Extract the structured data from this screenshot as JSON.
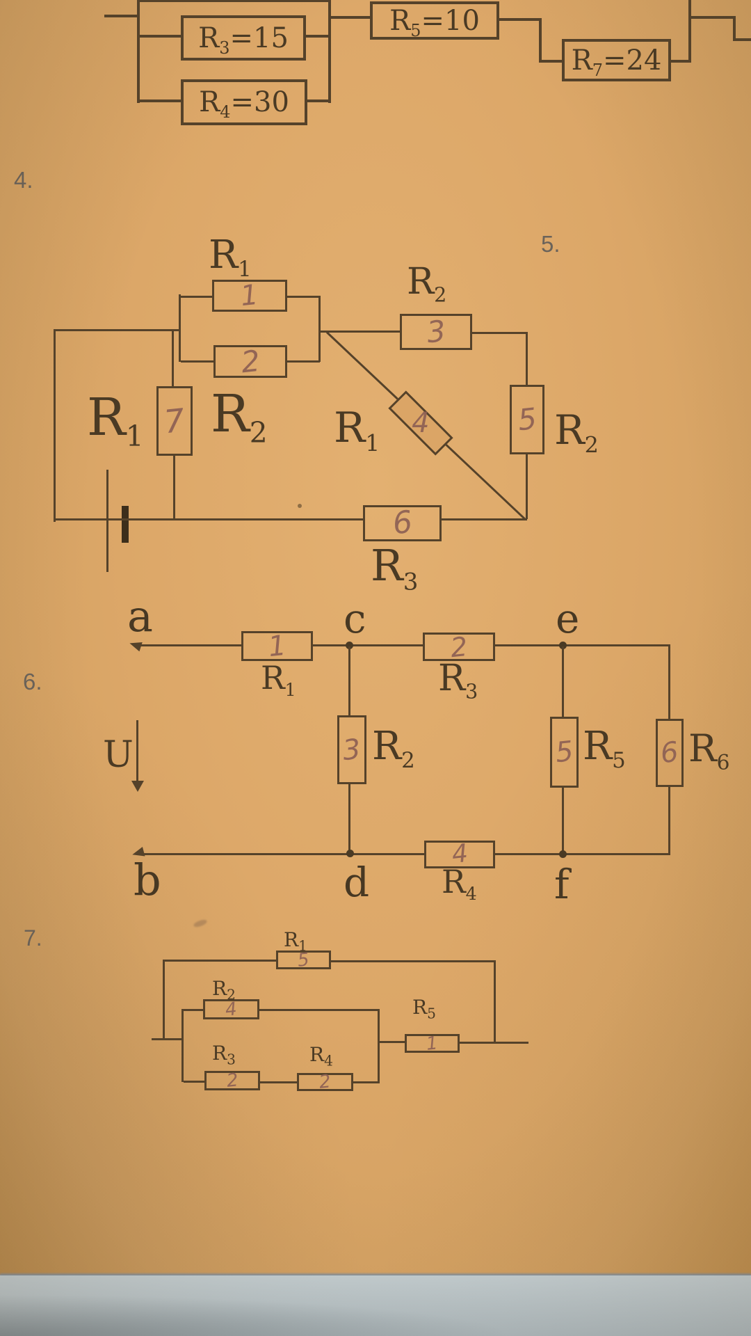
{
  "colors": {
    "paper": "#dca768",
    "ink": "#55422a",
    "print_text": "#4a3a24",
    "handwriting": "#8d6054",
    "problem_number": "#6b635a",
    "table_surface": "#b7c1c5",
    "paper_edge_shadow": "#868f99"
  },
  "top_circuit": {
    "r3": {
      "b": "R",
      "s": "3",
      "v": "=15"
    },
    "r4": {
      "b": "R",
      "s": "4",
      "v": "=30"
    },
    "r5": {
      "b": "R",
      "s": "5",
      "v": "=10"
    },
    "r7": {
      "b": "R",
      "s": "7",
      "v": "=24"
    }
  },
  "p4": {
    "number": "4.",
    "r1_top": {
      "b": "R",
      "s": "1"
    },
    "r1_left": {
      "b": "R",
      "s": "1"
    },
    "r2_mid": {
      "b": "R",
      "s": "2"
    },
    "hw": {
      "box1": "1",
      "box2": "2",
      "box7": "7"
    }
  },
  "p5": {
    "number": "5.",
    "r2_top": {
      "b": "R",
      "s": "2"
    },
    "r1_diag": {
      "b": "R",
      "s": "1"
    },
    "r2_right": {
      "b": "R",
      "s": "2"
    },
    "r3_bottom": {
      "b": "R",
      "s": "3"
    },
    "hw": {
      "box3": "3",
      "box4": "4",
      "box5": "5",
      "box6": "6"
    }
  },
  "p6": {
    "number": "6.",
    "u_label": "U",
    "nodes": {
      "a": "a",
      "b": "b",
      "c": "c",
      "d": "d",
      "e": "e",
      "f": "f"
    },
    "r1": {
      "b": "R",
      "s": "1"
    },
    "r2": {
      "b": "R",
      "s": "2"
    },
    "r3": {
      "b": "R",
      "s": "3"
    },
    "r4": {
      "b": "R",
      "s": "4"
    },
    "r5": {
      "b": "R",
      "s": "5"
    },
    "r6": {
      "b": "R",
      "s": "6"
    },
    "hw": {
      "box1": "1",
      "box2": "2",
      "box3": "3",
      "box4": "4",
      "box5": "5",
      "box6": "6"
    }
  },
  "p7": {
    "number": "7.",
    "r1": {
      "b": "R",
      "s": "1"
    },
    "r2": {
      "b": "R",
      "s": "2"
    },
    "r3": {
      "b": "R",
      "s": "3"
    },
    "r4": {
      "b": "R",
      "s": "4"
    },
    "r5": {
      "b": "R",
      "s": "5"
    },
    "hw": {
      "box1": "5",
      "box2": "4",
      "box3": "2",
      "box4": "2",
      "box5": "1"
    }
  }
}
